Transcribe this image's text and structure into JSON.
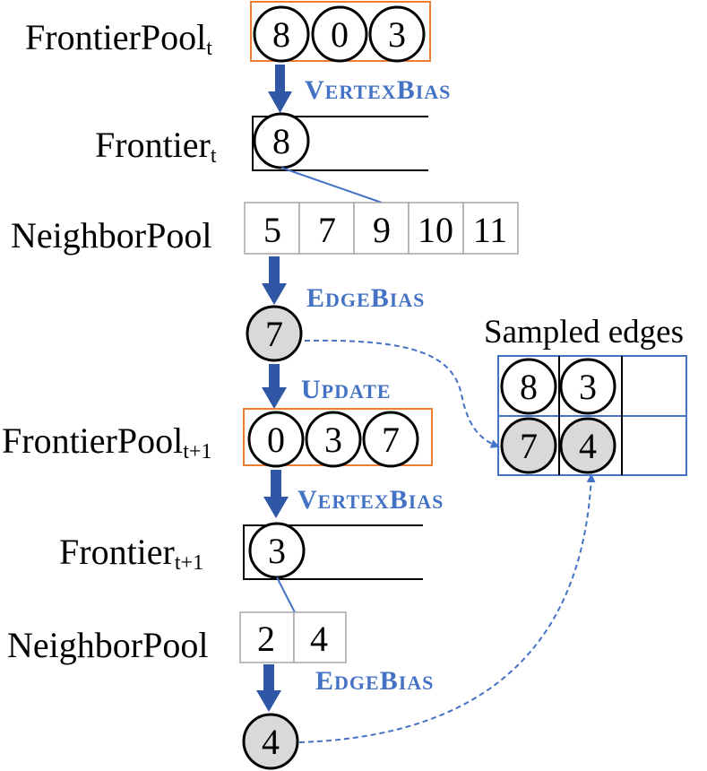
{
  "colors": {
    "arrow_fill": "#2f57a6",
    "operation_text": "#4472c4",
    "frontier_pool_border": "#ed7d31",
    "sampled_box_border": "#4472c4",
    "link_line": "#4472c4",
    "sampled_node_fill": "#d9d9d9",
    "neighbor_cell_border": "#a6a6a6"
  },
  "labels": {
    "frontier_pool_t": {
      "base": "FrontierPool",
      "sub": "t"
    },
    "frontier_t": {
      "base": "Frontier",
      "sub": "t"
    },
    "neighbor_pool_1": "NeighborPool",
    "frontier_pool_t1": {
      "base": "FrontierPool",
      "sub": "t+1"
    },
    "frontier_t1": {
      "base": "Frontier",
      "sub": "t+1"
    },
    "neighbor_pool_2": "NeighborPool",
    "sampled_edges": "Sampled edges"
  },
  "operations": {
    "vertex_bias_1": {
      "cap1": "V",
      "rest1": "ERTEX",
      "cap2": "B",
      "rest2": "IAS"
    },
    "edge_bias_1": {
      "cap1": "E",
      "rest1": "DGE",
      "cap2": "B",
      "rest2": "IAS"
    },
    "update": {
      "cap1": "U",
      "rest1": "PDATE"
    },
    "vertex_bias_2": {
      "cap1": "V",
      "rest1": "ERTEX",
      "cap2": "B",
      "rest2": "IAS"
    },
    "edge_bias_2": {
      "cap1": "E",
      "rest1": "DGE",
      "cap2": "B",
      "rest2": "IAS"
    }
  },
  "frontier_pool_t_nodes": [
    "8",
    "0",
    "3"
  ],
  "frontier_t_nodes": [
    "8"
  ],
  "neighbor_pool_1_values": [
    "5",
    "7",
    "9",
    "10",
    "11"
  ],
  "sampled_node_1": "7",
  "frontier_pool_t1_nodes": [
    "0",
    "3",
    "7"
  ],
  "frontier_t1_nodes": [
    "3"
  ],
  "neighbor_pool_2_values": [
    "2",
    "4"
  ],
  "sampled_node_2": "4",
  "sampled_edges": [
    {
      "src": "8",
      "dst": "3"
    },
    {
      "src": "7",
      "dst": "4"
    }
  ]
}
